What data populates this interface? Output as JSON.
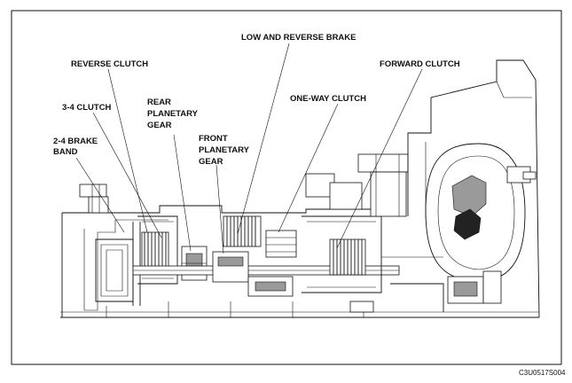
{
  "diagram": {
    "labels": {
      "low_reverse_brake": "LOW AND REVERSE BRAKE",
      "reverse_clutch": "REVERSE CLUTCH",
      "forward_clutch": "FORWARD CLUTCH",
      "clutch_3_4": "3-4 CLUTCH",
      "rear_planetary_1": "REAR",
      "rear_planetary_2": "PLANETARY",
      "rear_planetary_3": "GEAR",
      "one_way_clutch": "ONE-WAY CLUTCH",
      "brake_band_1": "2-4 BRAKE",
      "brake_band_2": "BAND",
      "front_planetary_1": "FRONT",
      "front_planetary_2": "PLANETARY",
      "front_planetary_3": "GEAR"
    },
    "figure_code": "C3U0517S004"
  }
}
